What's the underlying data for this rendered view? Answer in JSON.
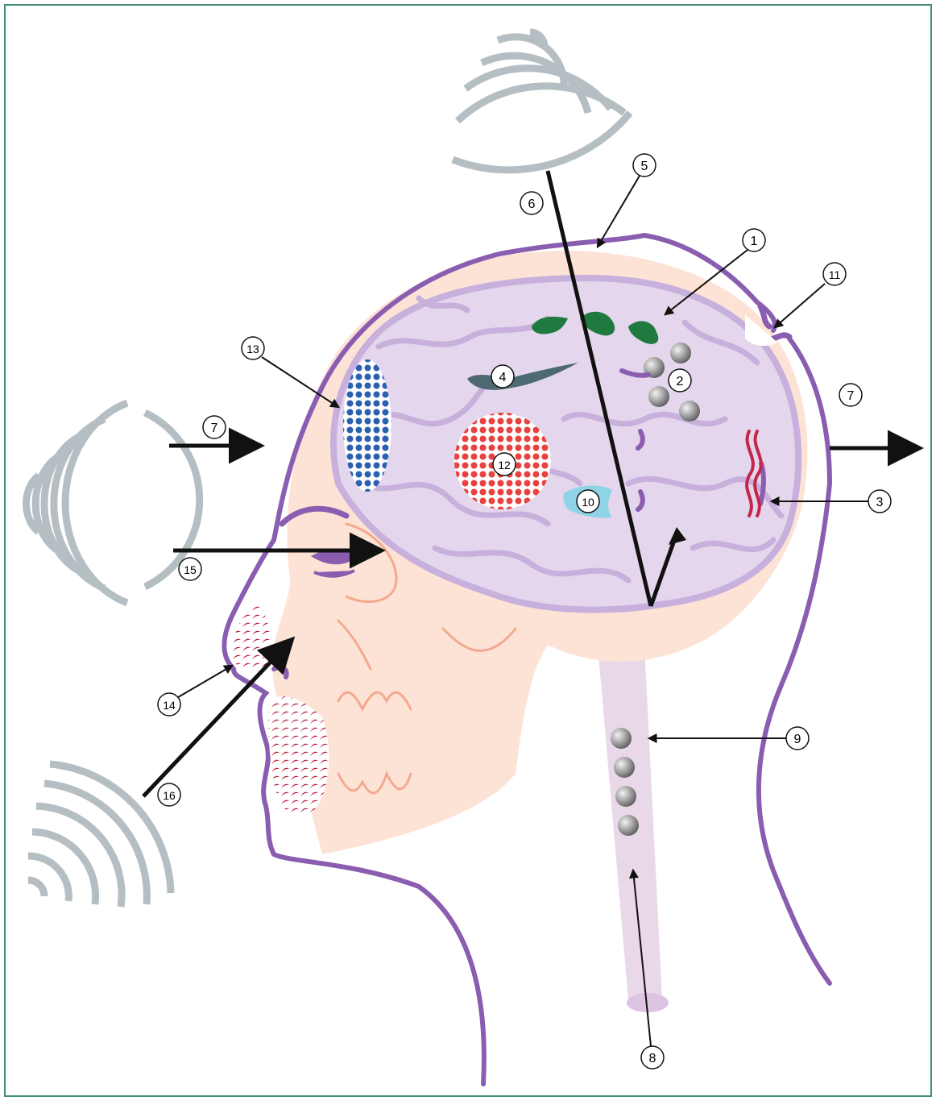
{
  "diagram": {
    "colors": {
      "frame": "#3f8f6b",
      "head_outline": "#8a5db0",
      "skin": "#fde3d6",
      "brain": "#e4d6ec",
      "brain_gyri": "#c7b0dc",
      "wave": "#b5bec3",
      "arrow": "#111111",
      "label_circle": "#ffffff",
      "spinal_cord": "#e8d8e8",
      "green_shapes": "#1f7a3f",
      "gray_spheres": "#9a9a9a",
      "red_waves": "#c2274a",
      "dark_spike": "#4d6a73",
      "blue_dots": "#2b5fb0",
      "red_dots": "#e8413f",
      "cyan_shape": "#8fd3e6",
      "red_hatch": "#c0203e"
    },
    "labels": {
      "n1": "1",
      "n2": "2",
      "n3": "3",
      "n4": "4",
      "n5": "5",
      "n6": "6",
      "n7_left": "7",
      "n7_right": "7",
      "n8": "8",
      "n9": "9",
      "n10": "10",
      "n11": "11",
      "n12": "12",
      "n13": "13",
      "n14": "14",
      "n15": "15",
      "n16": "16"
    },
    "icons": {
      "wave_source": "radiating-arcs",
      "arrow": "arrowhead"
    }
  }
}
